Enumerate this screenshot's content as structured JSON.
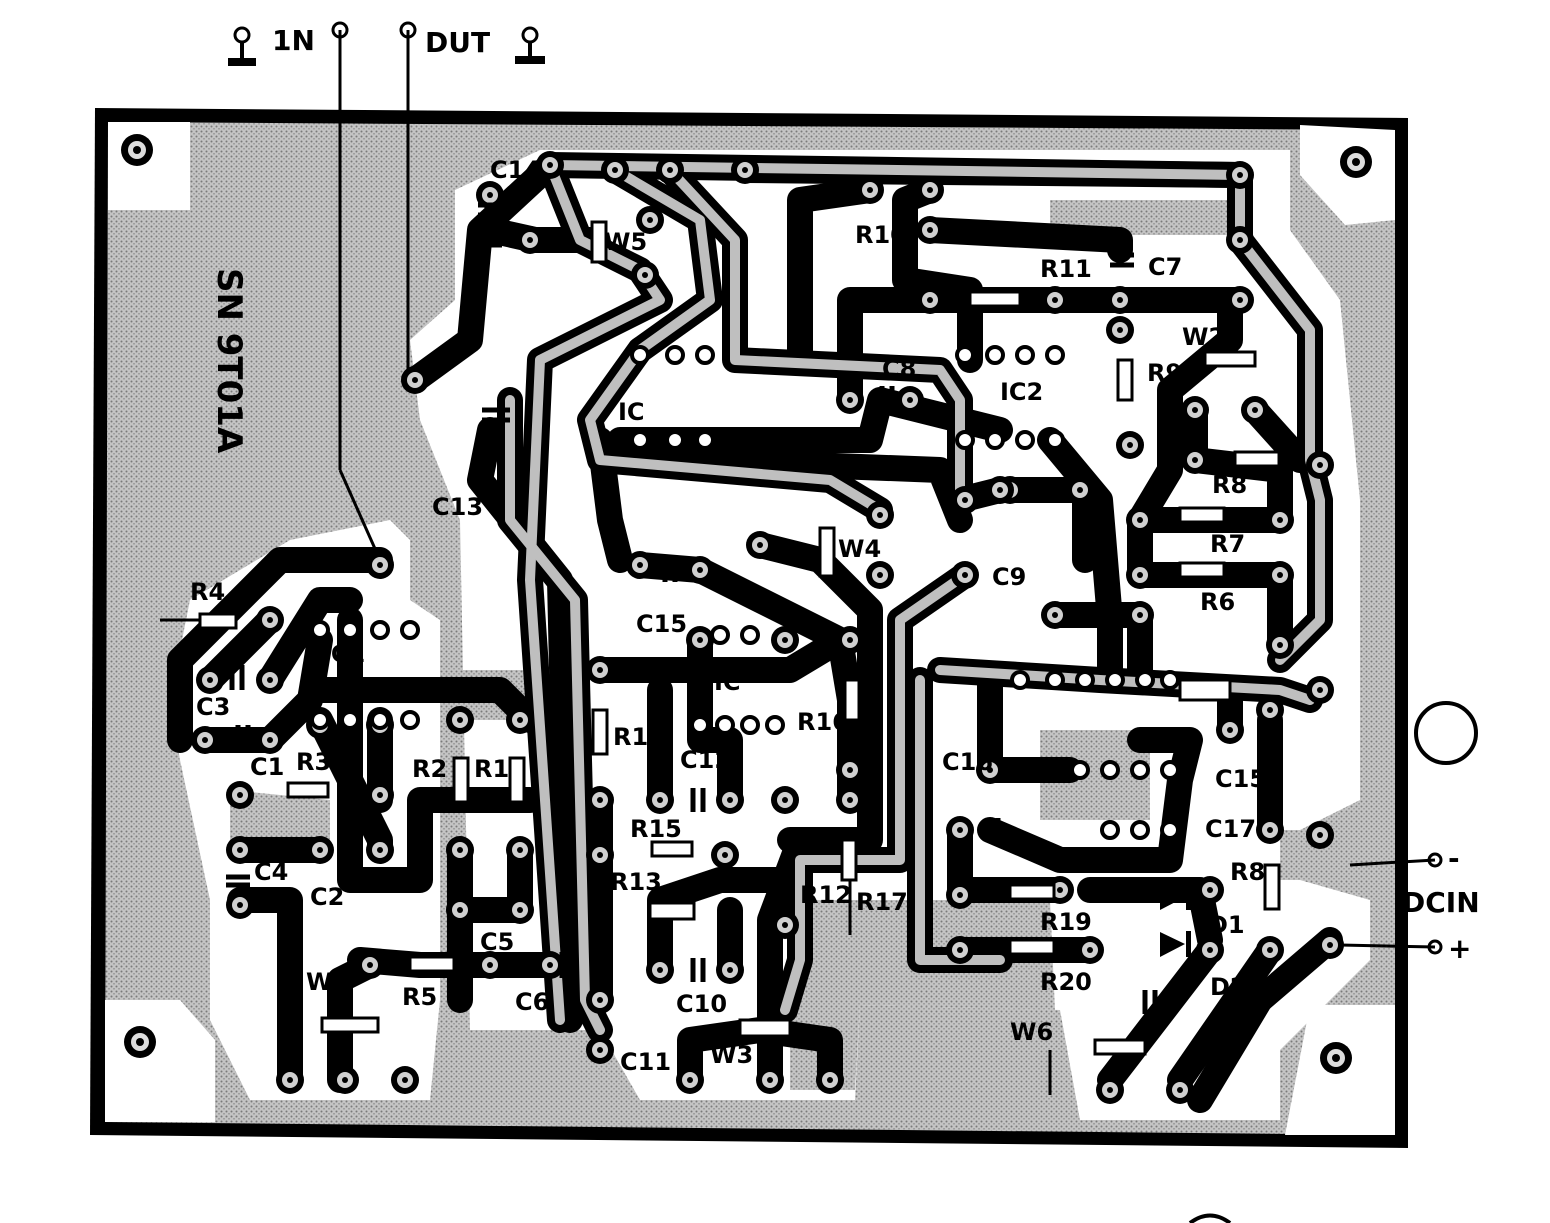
{
  "terminals_top": {
    "in_label": "1N",
    "out_label": "DUT"
  },
  "board_text": {
    "model": "SN 9T01A"
  },
  "components": {
    "C14": "C14",
    "W5": "W5",
    "R10": "R10",
    "R11": "R11",
    "C7": "C7",
    "W2": "W2",
    "R9": "R9",
    "C8": "C8",
    "IC_left": "IC",
    "IC2": "IC2",
    "R8": "R8",
    "R7": "R7",
    "R6": "R6",
    "W4": "W4",
    "C9": "C9",
    "C13": "C13",
    "R4": "R4",
    "IC1": "IC1",
    "C3": "C3",
    "C1": "C1",
    "R3": "R3",
    "R2": "R2",
    "R1": "R1",
    "C4": "C4",
    "C2": "C2",
    "C5": "C5",
    "C6": "C6",
    "W1": "W1",
    "R5": "R5",
    "C15_a": "C15",
    "IC_mid": "IC",
    "R16": "R16",
    "C12": "C12",
    "R14": "R14",
    "R15": "R15",
    "R13": "R13",
    "R12": "R12",
    "R17": "R17",
    "C10": "C10",
    "C11": "C11",
    "W3": "W3",
    "C16": "C16",
    "C15_b": "C15",
    "C17": "C17",
    "R19": "R19",
    "R20": "R20",
    "D1": "D1",
    "D2": "D2",
    "R18": "R8",
    "W6": "W6"
  },
  "power": {
    "label": "DCIN",
    "minus": "-",
    "plus": "+"
  },
  "colors": {
    "ink": "#000000",
    "copper_ground": "#bdbdbd",
    "paper": "#ffffff"
  },
  "icons": [
    "mounting-hole-icon",
    "ground-terminal-icon",
    "solder-pad-icon"
  ]
}
